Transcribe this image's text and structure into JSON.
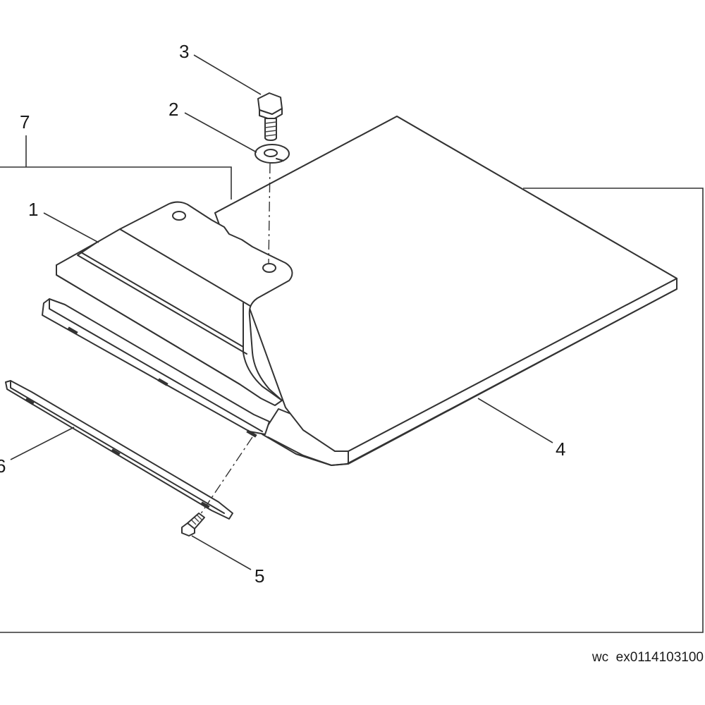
{
  "callouts": [
    {
      "id": "1",
      "label": "1"
    },
    {
      "id": "2",
      "label": "2"
    },
    {
      "id": "3",
      "label": "3"
    },
    {
      "id": "4",
      "label": "4"
    },
    {
      "id": "5",
      "label": "5"
    },
    {
      "id": "6",
      "label": "6"
    },
    {
      "id": "7",
      "label": "7"
    }
  ],
  "footer": {
    "code": "wc  ex0114103100"
  }
}
